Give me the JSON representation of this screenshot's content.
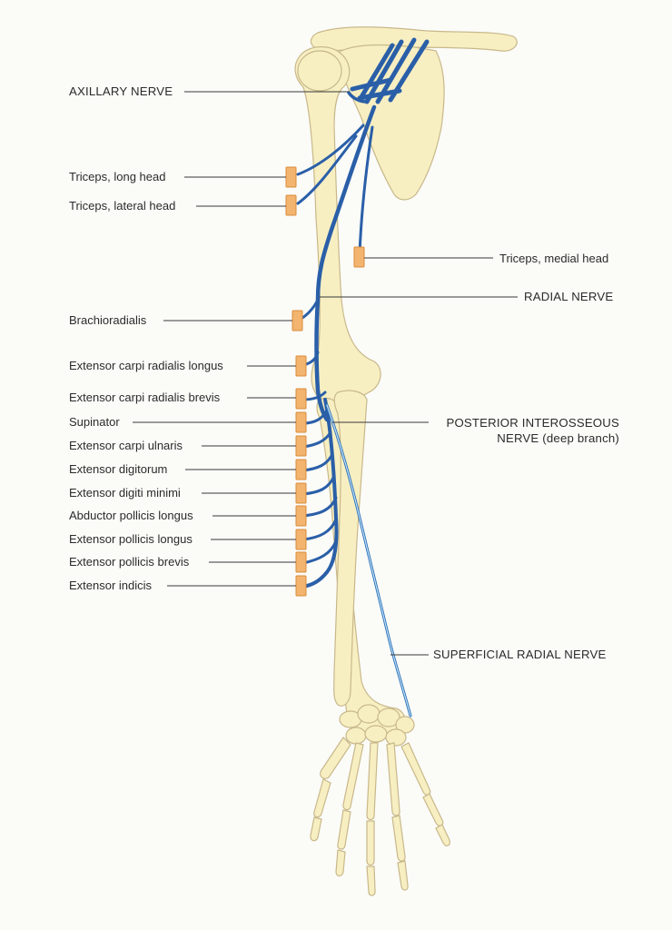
{
  "colors": {
    "bone_fill": "#f7efc2",
    "bone_stroke": "#c8b88a",
    "nerve": "#2a5fa8",
    "nerve_light": "#7fb2e0",
    "muscle_box": "#f2b46e",
    "leader": "#3a3a3a"
  },
  "labels": {
    "axillary_nerve": "AXILLARY NERVE",
    "triceps_long": "Triceps, long head",
    "triceps_lateral": "Triceps, lateral head",
    "triceps_medial": "Triceps, medial head",
    "radial_nerve": "RADIAL NERVE",
    "brachioradialis": "Brachioradialis",
    "ecrl": "Extensor carpi radialis longus",
    "ecrb": "Extensor carpi radialis brevis",
    "supinator": "Supinator",
    "ecu": "Extensor carpi ulnaris",
    "ed": "Extensor digitorum",
    "edm": "Extensor digiti minimi",
    "apl": "Abductor pollicis longus",
    "epl": "Extensor pollicis longus",
    "epb": "Extensor pollicis brevis",
    "ei": "Extensor indicis",
    "pin_line1": "POSTERIOR INTEROSSEOUS",
    "pin_line2": "NERVE (deep branch)",
    "superficial_radial": "SUPERFICIAL RADIAL NERVE"
  },
  "icons": {
    "muscle_marker": "orange-rectangle",
    "nerve_path": "blue-tube"
  }
}
